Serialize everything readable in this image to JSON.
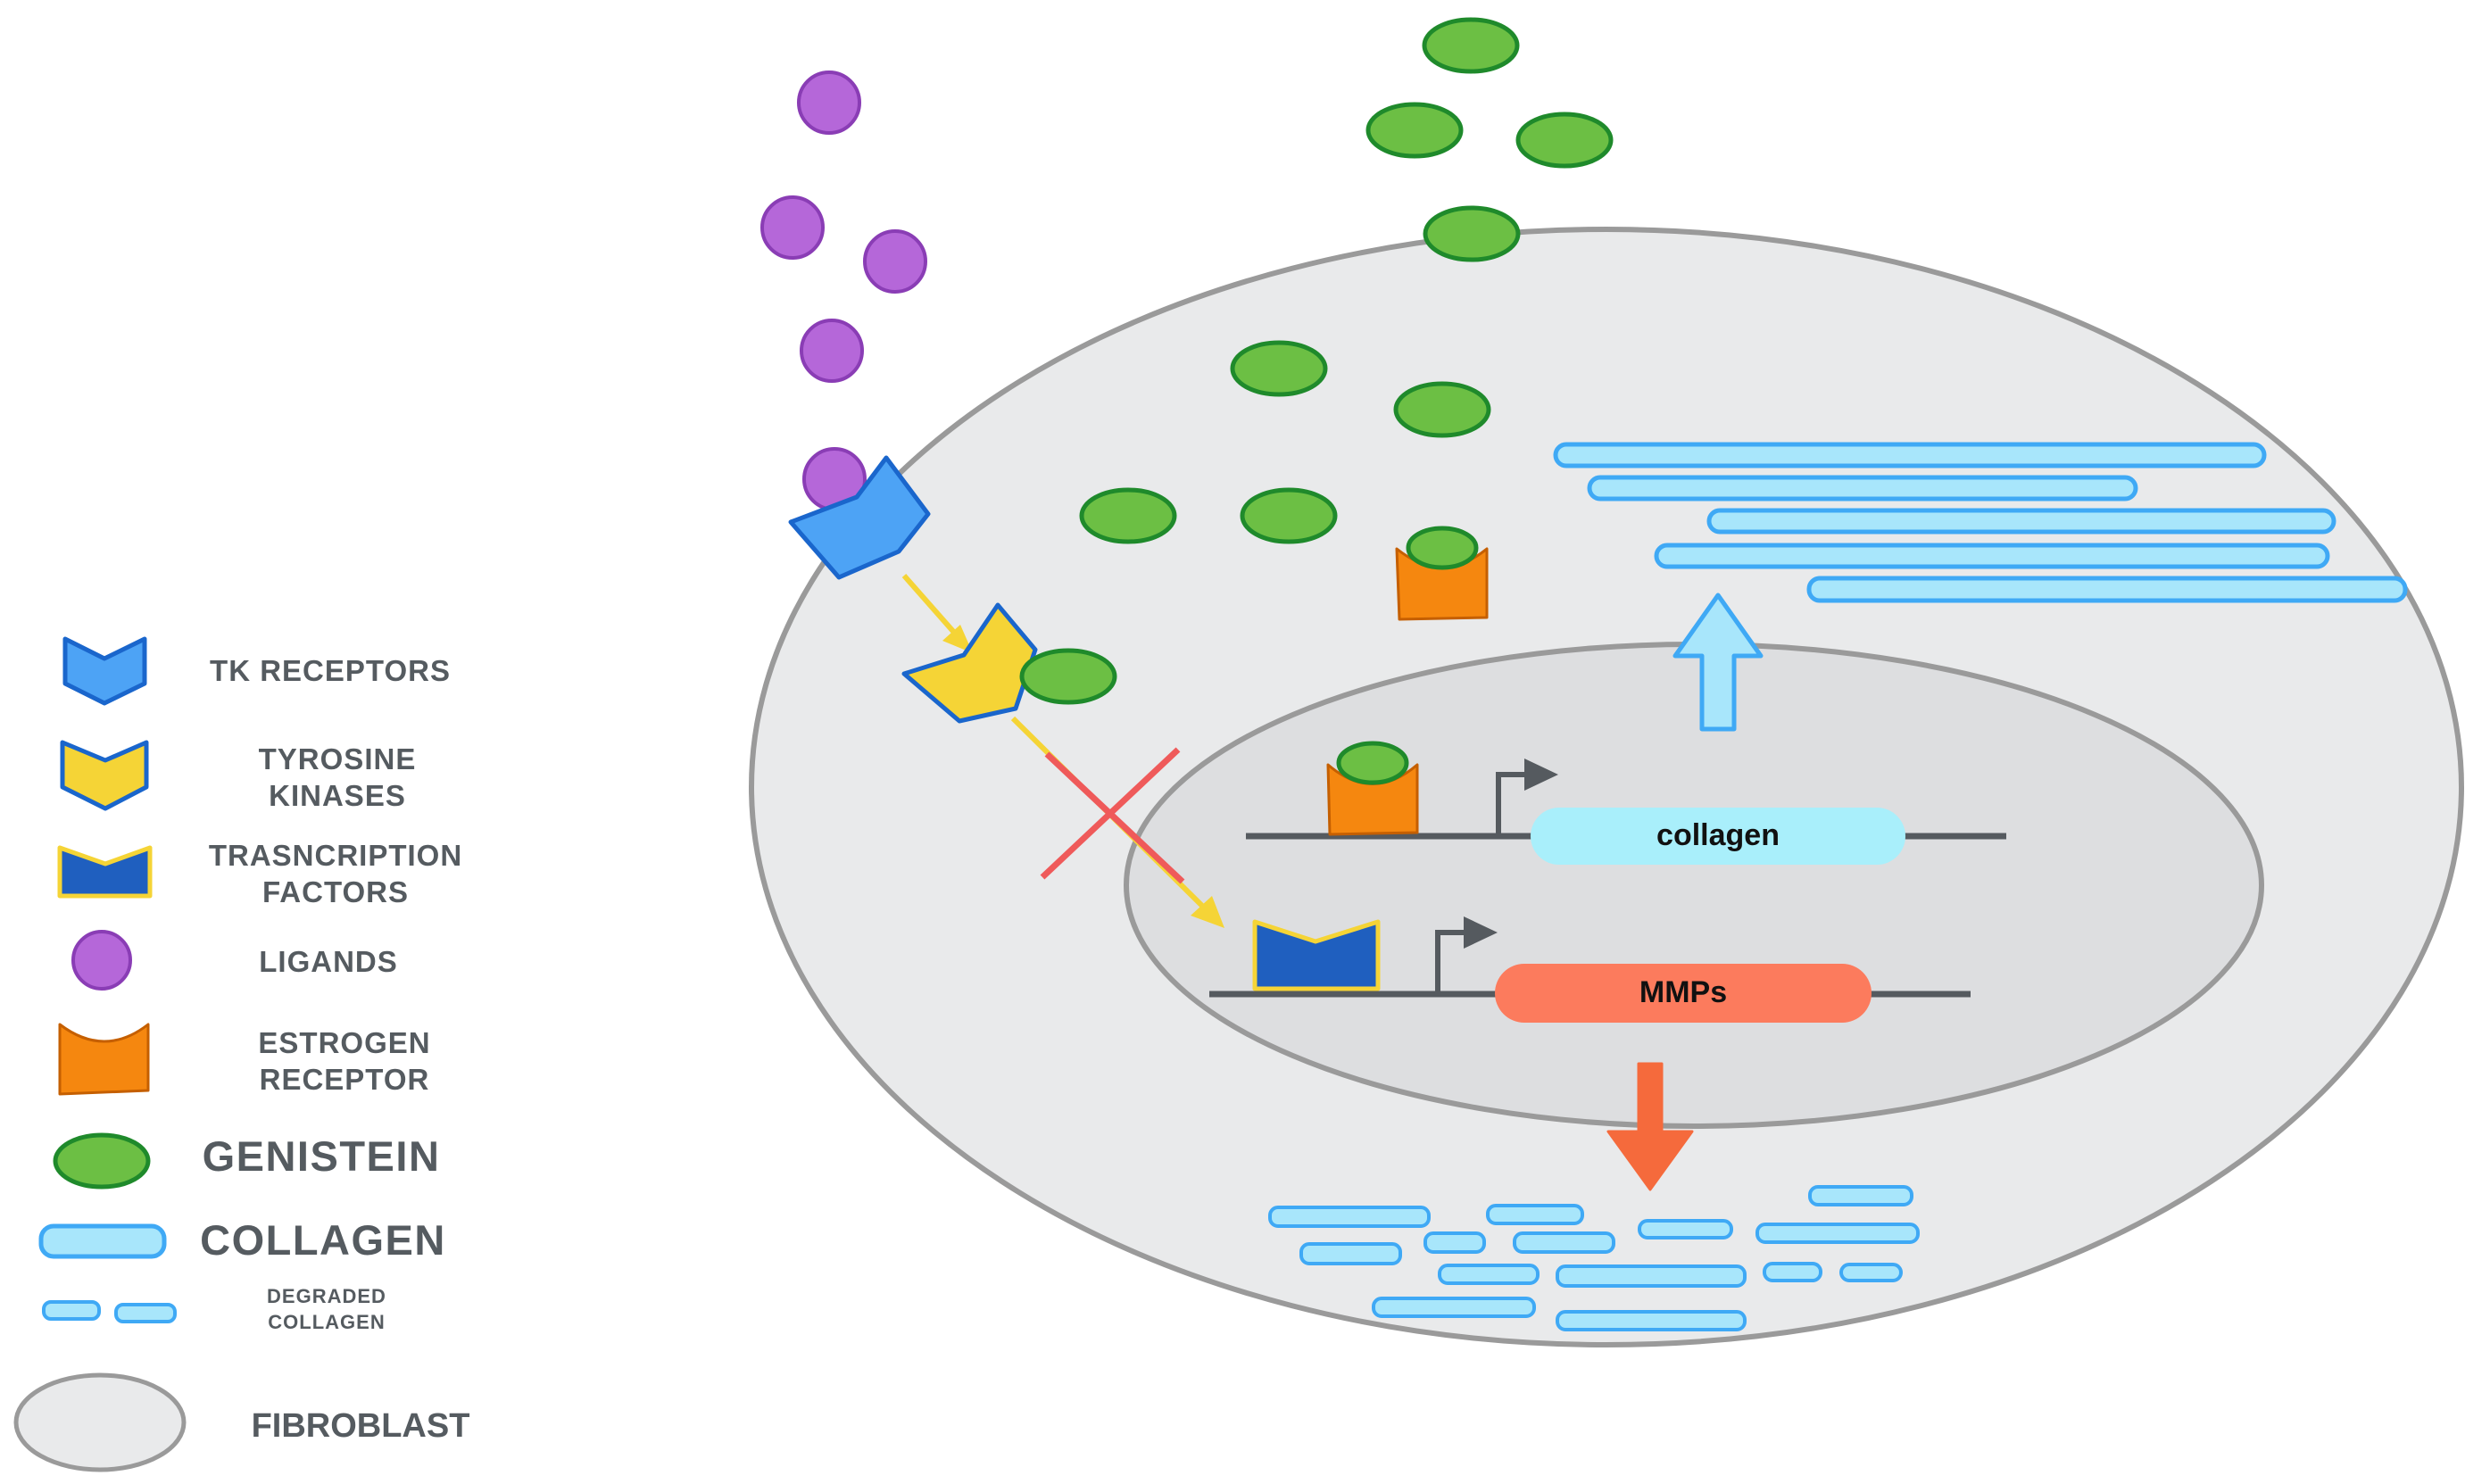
{
  "colors": {
    "tk_receptor": "#4da3f5",
    "tk_receptor_stroke": "#1a66cc",
    "tyrosine_kinase": "#f5d436",
    "transcription_factor": "#1f5fbf",
    "ligand": "#b567d9",
    "ligand_stroke": "#8a3db5",
    "estrogen_receptor": "#f5870f",
    "genistein": "#6cbf44",
    "genistein_stroke": "#1f8a2b",
    "collagen_fill": "#a8e6fb",
    "collagen_stroke": "#3fa9f5",
    "fibroblast": "#e9eaeb",
    "nucleus": "#dddee0",
    "cell_stroke": "#9a9a9a",
    "mmp_gene": "#fc7b5d",
    "collagen_gene": "#a9effb",
    "inhibit_cross": "#ef5a5a",
    "arrow_yellow": "#f5d436",
    "arrow_up": "#a8e6fb",
    "arrow_down": "#f56a3c"
  },
  "legend": {
    "tk_receptors": "TK RECEPTORS",
    "tyrosine_kinases_1": "TYROSINE",
    "tyrosine_kinases_2": "KINASES",
    "transcription_factors_1": "TRASNCRIPTION",
    "transcription_factors_2": "FACTORS",
    "ligands": "LIGANDS",
    "estrogen_receptor_1": "ESTROGEN",
    "estrogen_receptor_2": "RECEPTOR",
    "genistein": "GENISTEIN",
    "collagen": "COLLAGEN",
    "degraded_collagen_1": "DEGRADED",
    "degraded_collagen_2": "COLLAGEN",
    "fibroblast": "FIBROBLAST"
  },
  "genes": {
    "collagen": "collagen",
    "mmps": "MMPs"
  }
}
